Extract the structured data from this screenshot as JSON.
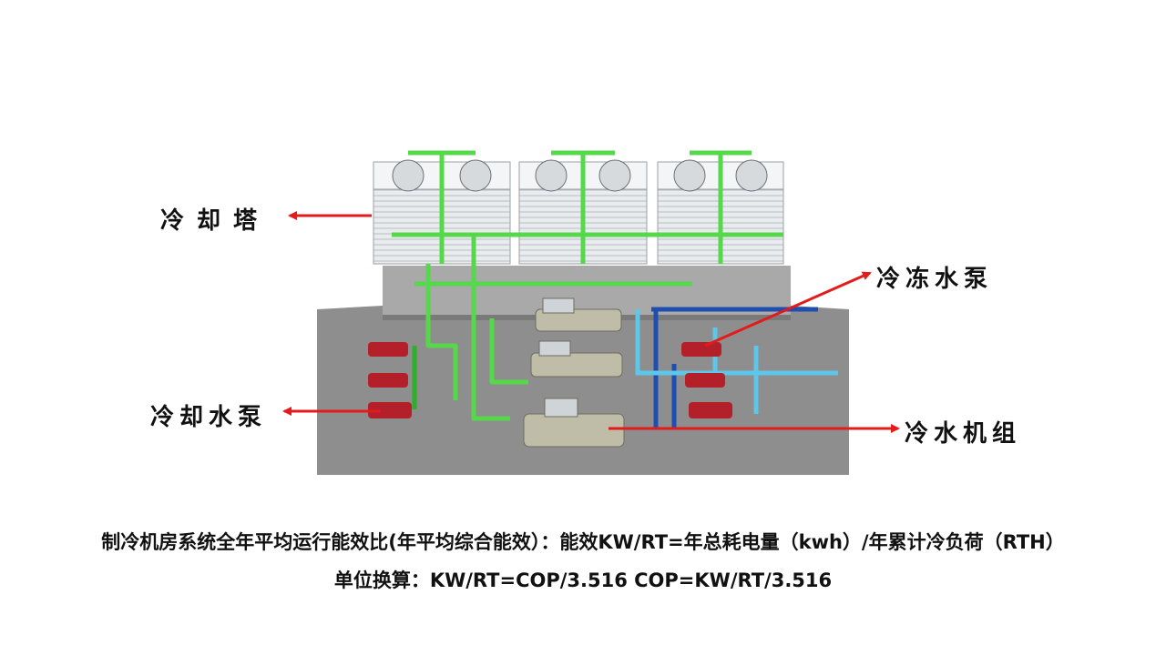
{
  "labels": {
    "cooling_tower": "冷却塔",
    "cooling_water_pump": "冷却水泵",
    "chilled_water_pump": "冷冻水泵",
    "chiller_unit": "冷水机组"
  },
  "caption": {
    "line1": "制冷机房系统全年平均运行能效比(年平均综合能效）：能效KW/RT=年总耗电量（kwh）/年累计冷负荷（RTH）",
    "line2": "单位换算：KW/RT=COP/3.516 COP=KW/RT/3.516"
  },
  "colors": {
    "arrow": "#e31b1b",
    "cooling_pipe": "#55d84a",
    "chilled_pipe_dark": "#1e4fb0",
    "chilled_pipe_light": "#5ec6e8",
    "pump": "#b3202a",
    "floor": "#8e8e8e"
  }
}
